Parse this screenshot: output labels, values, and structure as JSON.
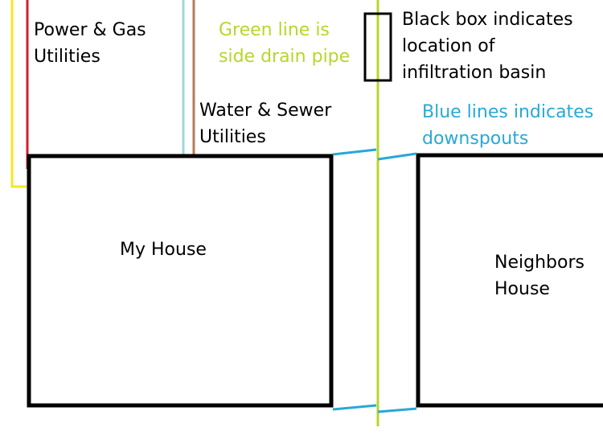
{
  "labels": {
    "power_gas": [
      "Power & Gas",
      "Utilities"
    ],
    "water_sewer": [
      "Water & Sewer",
      "Utilities"
    ],
    "green_line": [
      "Green line is",
      "side drain pipe"
    ],
    "black_box": [
      "Black box indicates",
      "location of",
      "infiltration basin"
    ],
    "blue_lines": [
      "Blue lines indicates",
      "downspouts"
    ],
    "my_house": [
      "My House"
    ],
    "neighbors_house": [
      "Neighbors",
      "House"
    ]
  },
  "colors": {
    "power_line": "#d0202a",
    "power_outline": "#f5e626",
    "water_line_teal": "#9fd9d6",
    "water_line_brown": "#b47a5a",
    "drain_pipe": "#b8d629",
    "downspout": "#29a8d6",
    "green_text": "#b8d629",
    "blue_text": "#29a8d6",
    "outline": "#000000"
  }
}
